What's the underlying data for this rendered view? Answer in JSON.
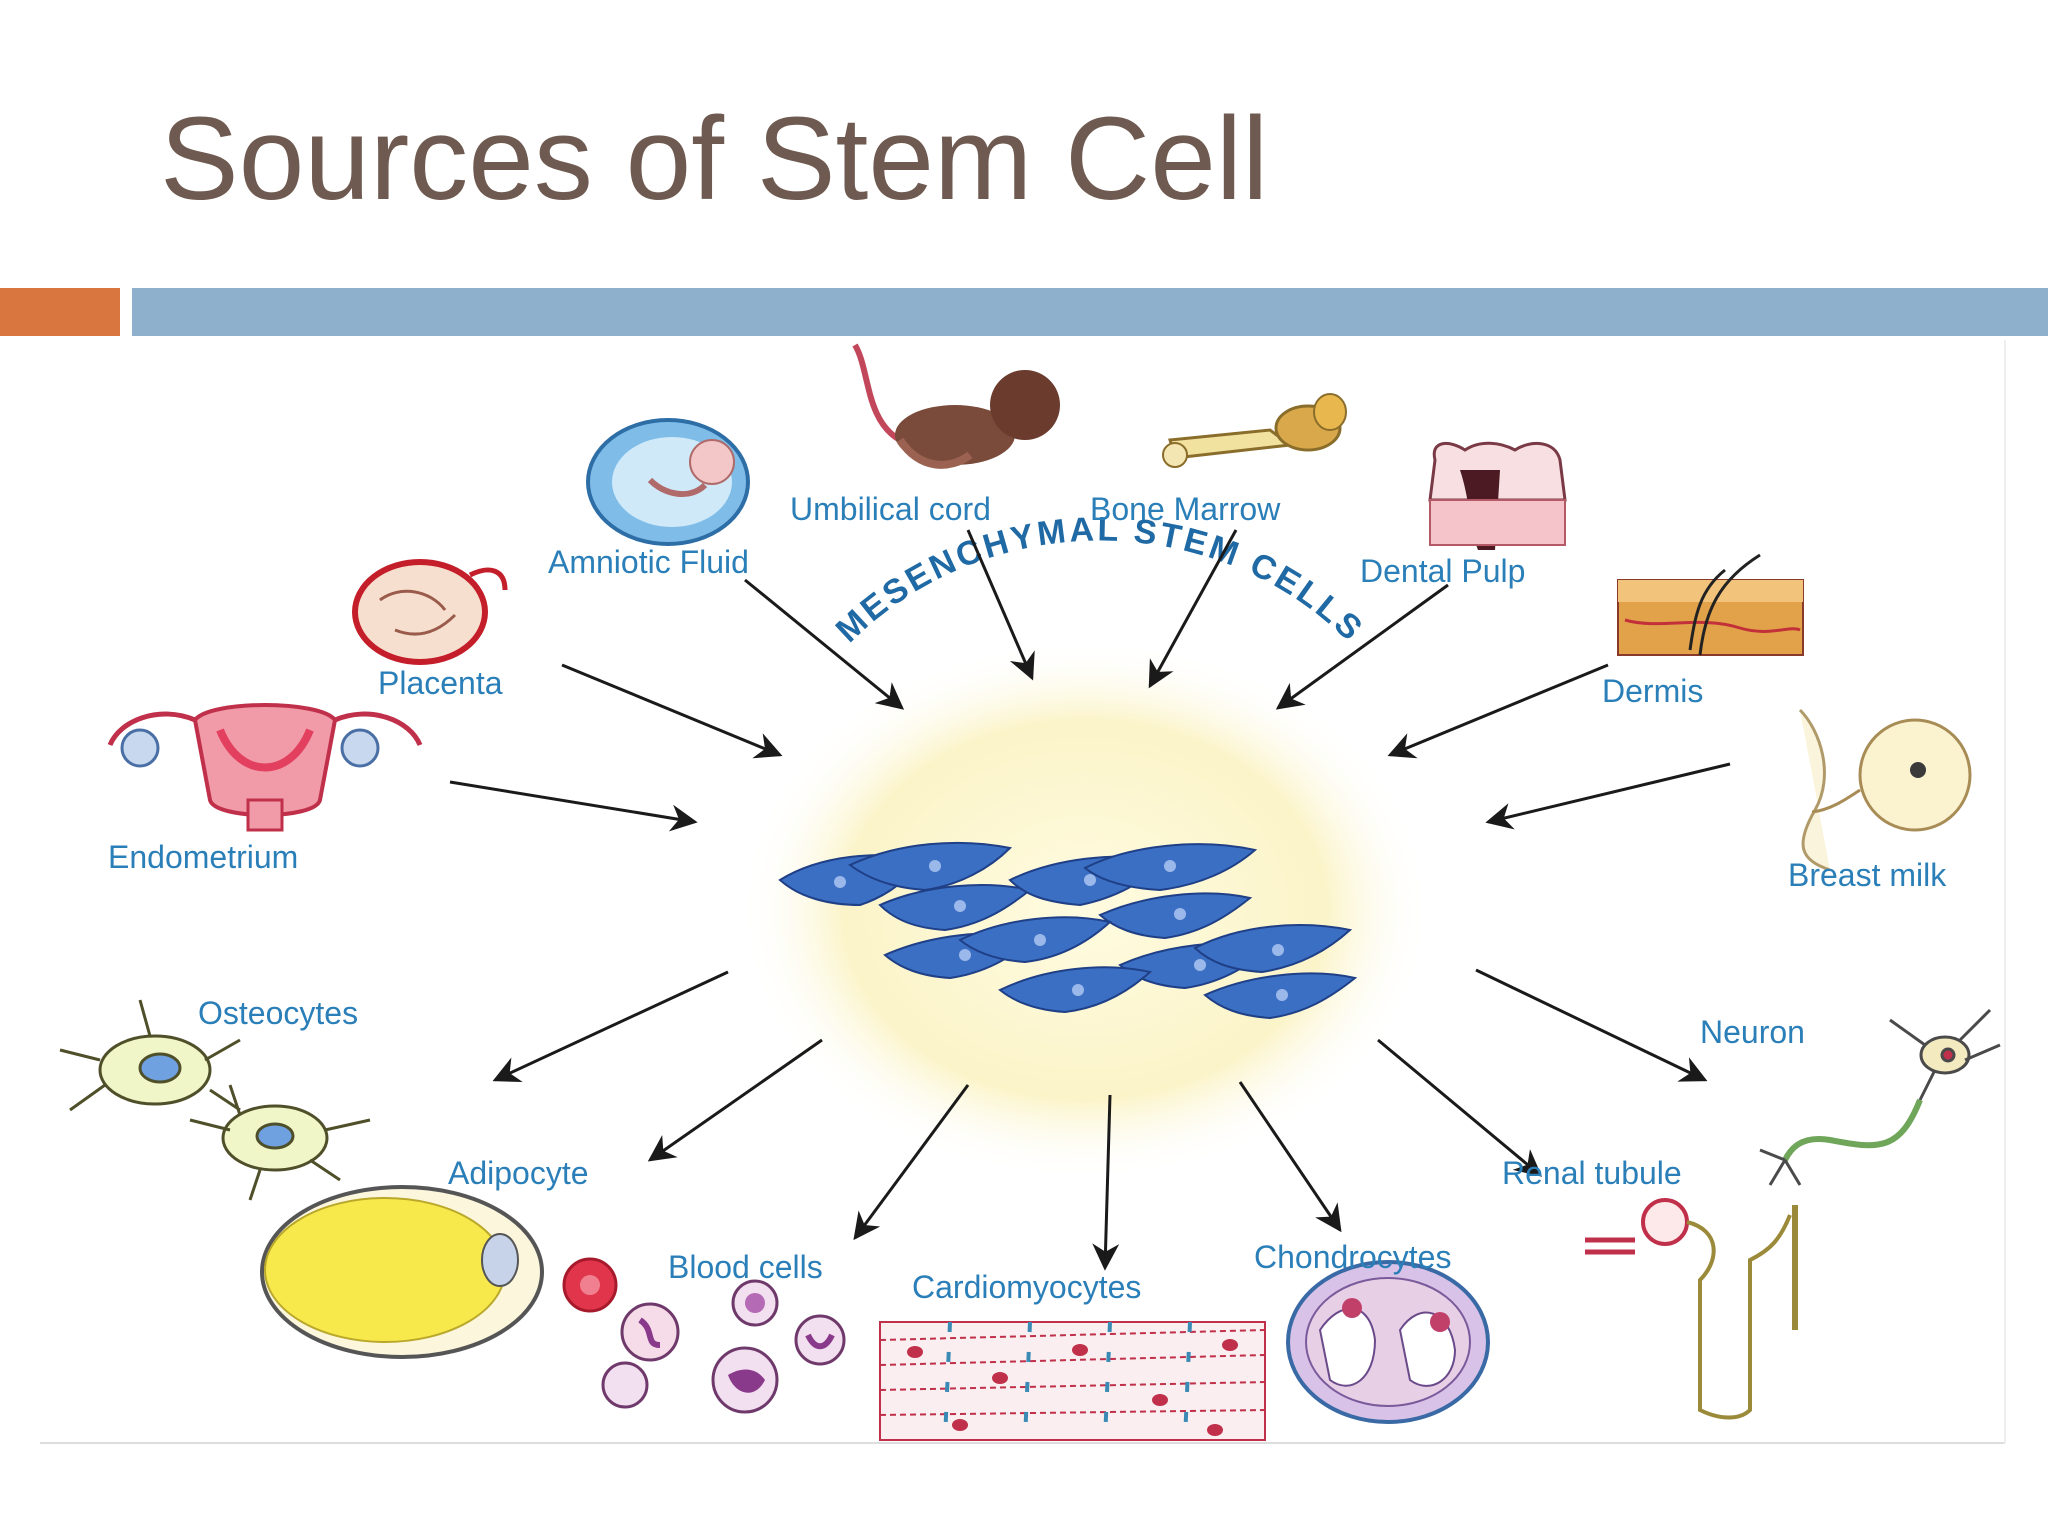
{
  "slide": {
    "title": "Sources of Stem Cell"
  },
  "colors": {
    "title": "#6e5a50",
    "accent_bar": "#d9763f",
    "main_bar": "#8fb0cc",
    "label": "#2b7fb8",
    "center_text": "#1f6aa5",
    "arrow": "#1a1a1a"
  },
  "diagram": {
    "center_label": "MESENCHYMAL STEM CELLS",
    "sources": [
      {
        "id": "umbilical-cord",
        "label": "Umbilical cord",
        "icon": "fetus-icon"
      },
      {
        "id": "bone-marrow",
        "label": "Bone Marrow",
        "icon": "bone-icon"
      },
      {
        "id": "amniotic-fluid",
        "label": "Amniotic Fluid",
        "icon": "amniotic-sac-icon"
      },
      {
        "id": "dental-pulp",
        "label": "Dental Pulp",
        "icon": "tooth-icon"
      },
      {
        "id": "placenta",
        "label": "Placenta",
        "icon": "placenta-icon"
      },
      {
        "id": "dermis",
        "label": "Dermis",
        "icon": "skin-section-icon"
      },
      {
        "id": "endometrium",
        "label": "Endometrium",
        "icon": "uterus-icon"
      },
      {
        "id": "breast-milk",
        "label": "Breast milk",
        "icon": "breastfeeding-icon"
      }
    ],
    "derivatives": [
      {
        "id": "osteocytes",
        "label": "Osteocytes",
        "icon": "osteocyte-icon"
      },
      {
        "id": "neuron",
        "label": "Neuron",
        "icon": "neuron-icon"
      },
      {
        "id": "adipocyte",
        "label": "Adipocyte",
        "icon": "fat-cell-icon"
      },
      {
        "id": "renal-tubule",
        "label": "Renal tubule",
        "icon": "nephron-icon"
      },
      {
        "id": "blood-cells",
        "label": "Blood cells",
        "icon": "blood-cells-icon"
      },
      {
        "id": "cardiomyocytes",
        "label": "Cardiomyocytes",
        "icon": "heart-muscle-icon"
      },
      {
        "id": "chondrocytes",
        "label": "Chondrocytes",
        "icon": "cartilage-cell-icon"
      }
    ]
  }
}
